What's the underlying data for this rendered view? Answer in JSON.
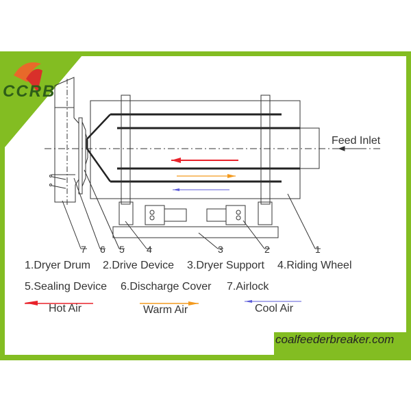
{
  "logo": {
    "text": "CCRB"
  },
  "diagram": {
    "feed_inlet": "Feed Inlet",
    "part_numbers": [
      "1",
      "2",
      "3",
      "4",
      "5",
      "6",
      "7"
    ],
    "legend_line1": [
      "1.Dryer Drum",
      "2.Drive Device",
      "3.Dryer Support",
      "4.Riding Wheel"
    ],
    "legend_line2": [
      "5.Sealing Device",
      "6.Discharge Cover",
      "7.Airlock"
    ],
    "airflow": [
      {
        "label": "Hot Air",
        "color": "#e8222a"
      },
      {
        "label": "Warm Air",
        "color": "#f39a1e"
      },
      {
        "label": "Cool Air",
        "color": "#5a5ad8"
      }
    ]
  },
  "watermark": "coalfeederbreaker.com"
}
